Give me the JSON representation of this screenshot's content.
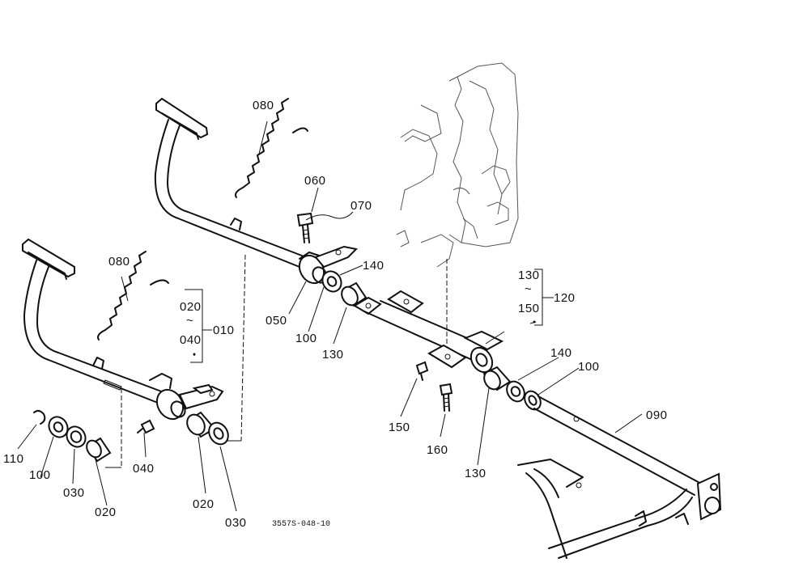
{
  "labels": {
    "p080_upper": "080",
    "p060": "060",
    "p070": "070",
    "p140_upper": "140",
    "p050": "050",
    "p100_upper": "100",
    "p130_upper": "130",
    "p130_group": "130",
    "p150_group": "150",
    "p120": "120",
    "p080_lower": "080",
    "p020_group": "020",
    "p040_group": "040",
    "p010": "010",
    "p140_lower": "140",
    "p100_lower": "100",
    "p090": "090",
    "p150_lower": "150",
    "p160": "160",
    "p130_lower": "130",
    "p110": "110",
    "p100_left": "100",
    "p030_left": "030",
    "p020_left": "020",
    "p040_lower": "040",
    "p020_mid": "020",
    "p030_mid": "030",
    "tilde_a": "~",
    "tilde_b": "~"
  },
  "drawing_code": "3557S-048-10"
}
